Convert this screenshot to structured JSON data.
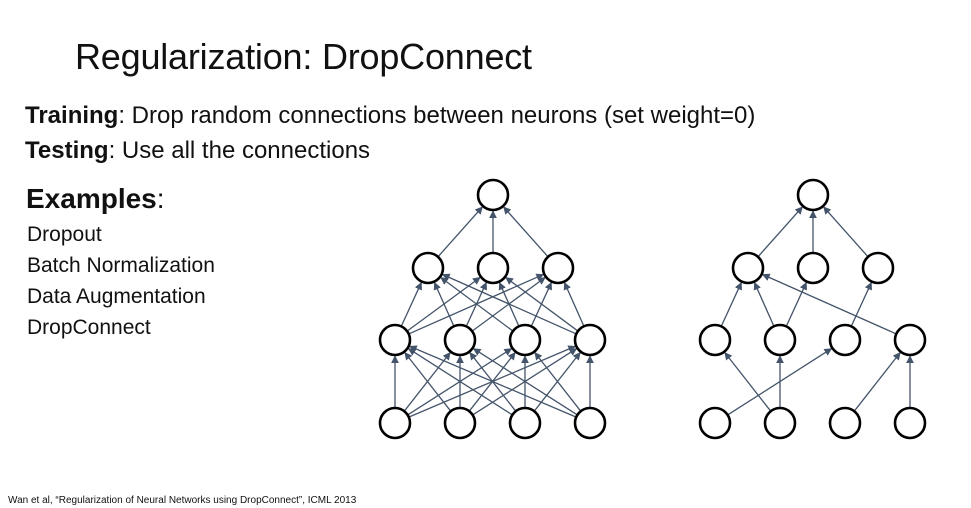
{
  "title": {
    "bold": "Regularization",
    "rest": ": DropConnect"
  },
  "training": {
    "label": "Training",
    "text": ": Drop random connections between neurons (set weight=0)"
  },
  "testing": {
    "label": "Testing",
    "text": ": Use all the connections"
  },
  "examples": {
    "heading": "Examples",
    "colon": ":",
    "items": [
      "Dropout",
      "Batch Normalization",
      "Data Augmentation",
      "DropConnect"
    ]
  },
  "citation": "Wan et al, “Regularization of Neural Networks using DropConnect”, ICML 2013",
  "diagram": {
    "layers": [
      4,
      4,
      3,
      1
    ],
    "full_network": {
      "connections": [
        [
          [
            0,
            0
          ],
          [
            0,
            1
          ],
          [
            0,
            2
          ],
          [
            0,
            3
          ],
          [
            1,
            0
          ],
          [
            1,
            1
          ],
          [
            1,
            2
          ],
          [
            1,
            3
          ],
          [
            2,
            0
          ],
          [
            2,
            1
          ],
          [
            2,
            2
          ],
          [
            2,
            3
          ],
          [
            3,
            0
          ],
          [
            3,
            1
          ],
          [
            3,
            2
          ],
          [
            3,
            3
          ]
        ],
        [
          [
            0,
            0
          ],
          [
            0,
            1
          ],
          [
            0,
            2
          ],
          [
            1,
            0
          ],
          [
            1,
            1
          ],
          [
            1,
            2
          ],
          [
            2,
            0
          ],
          [
            2,
            1
          ],
          [
            2,
            2
          ],
          [
            3,
            0
          ],
          [
            3,
            1
          ],
          [
            3,
            2
          ]
        ],
        [
          [
            0,
            0
          ],
          [
            1,
            0
          ],
          [
            2,
            0
          ]
        ]
      ]
    },
    "dropconnect_network": {
      "connections": [
        [
          [
            0,
            2
          ],
          [
            1,
            0
          ],
          [
            1,
            1
          ],
          [
            2,
            3
          ],
          [
            3,
            3
          ]
        ],
        [
          [
            0,
            0
          ],
          [
            1,
            0
          ],
          [
            1,
            1
          ],
          [
            2,
            2
          ],
          [
            3,
            0
          ]
        ],
        [
          [
            0,
            0
          ],
          [
            1,
            0
          ],
          [
            2,
            0
          ]
        ]
      ]
    }
  }
}
